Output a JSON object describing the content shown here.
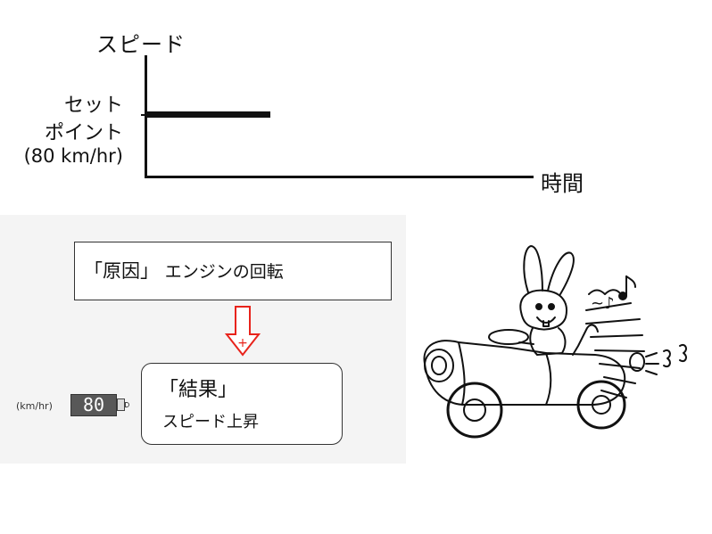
{
  "graph": {
    "y_axis_label": "スピード",
    "set_point_label_1": "セット",
    "set_point_label_2": "ポイント",
    "set_point_value": "(80 km/hr)",
    "x_axis_label": "時間"
  },
  "cause": {
    "bracket_text": "「原因」",
    "description": "エンジンの回転"
  },
  "result": {
    "title": "「結果」",
    "description": "スピード上昇"
  },
  "speedometer": {
    "unit": "(km/hr)",
    "value": "80"
  },
  "arrow": {
    "symbol": "+",
    "color": "#e8231b"
  },
  "illustration": {
    "icon": "rabbit-driving-car-icon",
    "note": "~♪"
  }
}
